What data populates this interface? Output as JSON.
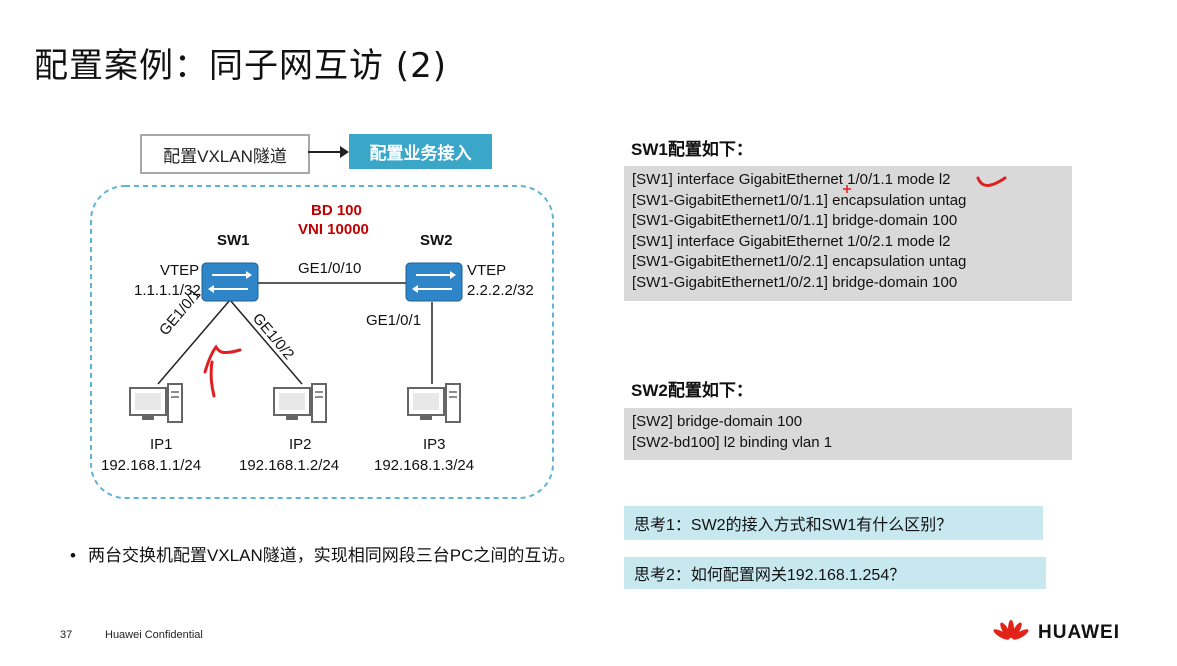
{
  "title": "配置案例：同子网互访 (2)",
  "flow": {
    "step1": "配置VXLAN隧道",
    "step2": "配置业务接入"
  },
  "diagram": {
    "bd": "BD 100",
    "vni": "VNI 10000",
    "sw1": {
      "name": "SW1",
      "vtep": "VTEP",
      "ip": "1.1.1.1/32"
    },
    "sw2": {
      "name": "SW2",
      "vtep": "VTEP",
      "ip": "2.2.2.2/32"
    },
    "link_sw1_sw2": "GE1/0/10",
    "link_sw2_pc3": "GE1/0/1",
    "link_sw1_pc1": "GE1/0/1",
    "link_sw1_pc2": "GE1/0/2",
    "pcs": [
      {
        "name": "IP1",
        "ip": "192.168.1.1/24"
      },
      {
        "name": "IP2",
        "ip": "192.168.1.2/24"
      },
      {
        "name": "IP3",
        "ip": "192.168.1.3/24"
      }
    ]
  },
  "sw1_config": {
    "heading": "SW1配置如下：",
    "lines": [
      "[SW1] interface GigabitEthernet 1/0/1.1 mode l2",
      "[SW1-GigabitEthernet1/0/1.1] encapsulation untag",
      "[SW1-GigabitEthernet1/0/1.1] bridge-domain 100",
      "[SW1] interface GigabitEthernet 1/0/2.1 mode l2",
      "[SW1-GigabitEthernet1/0/2.1] encapsulation untag",
      "[SW1-GigabitEthernet1/0/2.1] bridge-domain 100"
    ]
  },
  "sw2_config": {
    "heading": "SW2配置如下：",
    "lines": [
      "[SW2] bridge-domain 100",
      "[SW2-bd100] l2 binding vlan 1"
    ]
  },
  "thinks": [
    "思考1：SW2的接入方式和SW1有什么区别？",
    "思考2：如何配置网关192.168.1.254？"
  ],
  "bullet": "两台交换机配置VXLAN隧道，实现相同网段三台PC之间的互访。",
  "footer": {
    "page": "37",
    "confidential": "Huawei Confidential",
    "brand": "HUAWEI"
  },
  "colors": {
    "accent": "#3aa6c8",
    "switch": "#2e86c8",
    "red": "#c00000",
    "annotation": "#e02020"
  }
}
